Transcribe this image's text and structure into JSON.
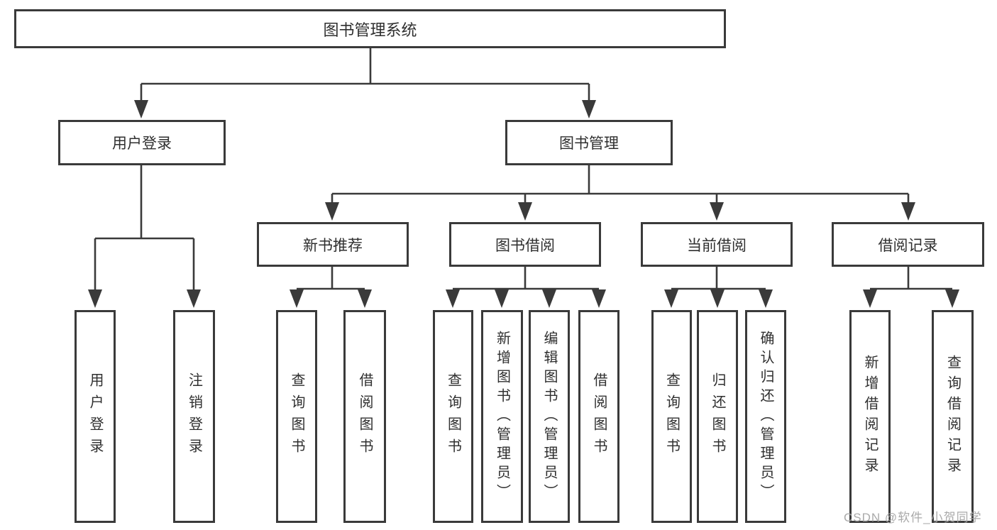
{
  "watermark": "CSDN @软件_小贺同学",
  "colors": {
    "line": "#3a3a3a",
    "box_border": "#3a3a3a",
    "text": "#2f2f2f",
    "watermark": "#a5a5a5",
    "background": "#ffffff"
  },
  "tree": {
    "root": {
      "label": "图书管理系统"
    },
    "branches": [
      {
        "label": "用户登录",
        "children": [
          {
            "label": "用户登录"
          },
          {
            "label": "注销登录"
          }
        ]
      },
      {
        "label": "图书管理",
        "groups": [
          {
            "label": "新书推荐",
            "children": [
              {
                "label": "查询图书"
              },
              {
                "label": "借阅图书"
              }
            ]
          },
          {
            "label": "图书借阅",
            "children": [
              {
                "label": "查询图书"
              },
              {
                "label": "新增图书（管理员）"
              },
              {
                "label": "编辑图书（管理员）"
              },
              {
                "label": "借阅图书"
              }
            ]
          },
          {
            "label": "当前借阅",
            "children": [
              {
                "label": "查询图书"
              },
              {
                "label": "归还图书"
              },
              {
                "label": "确认归还（管理员）"
              }
            ]
          },
          {
            "label": "借阅记录",
            "children": [
              {
                "label": "新增借阅记录"
              },
              {
                "label": "查询借阅记录"
              }
            ]
          }
        ]
      }
    ]
  }
}
